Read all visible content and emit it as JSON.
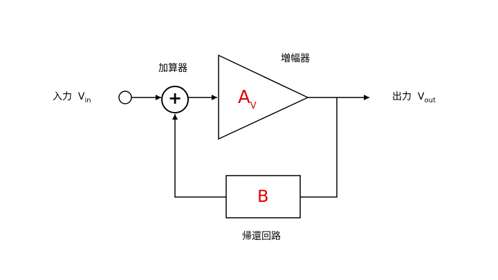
{
  "labels": {
    "input_text": "入力",
    "input_var": "V",
    "input_sub": "in",
    "summer": "加算器",
    "amplifier": "増幅器",
    "gain_var": "A",
    "gain_sub": "V",
    "output_text": "出力",
    "output_var": "V",
    "output_sub": "out",
    "feedback_block": "B",
    "feedback_circuit": "帰還回路",
    "plus": "+"
  },
  "colors": {
    "line": "#000000",
    "accent": "#e00000"
  }
}
